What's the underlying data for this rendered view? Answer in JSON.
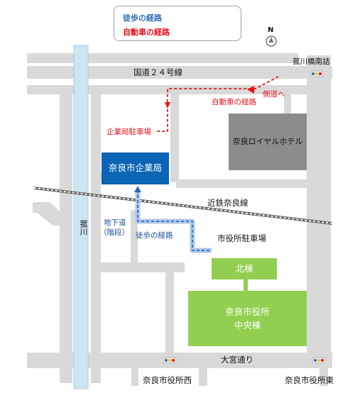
{
  "legend": {
    "walk_label": "徒歩の経路",
    "car_label": "自動車の経路",
    "walk_color": "#2e6cb3",
    "car_color": "#e8111a"
  },
  "north_label": "N",
  "labels": {
    "route24": "国道２４号線",
    "nara_hotel": "奈良ロイヤルホテル",
    "kintetsu_line": "近鉄奈良線",
    "kigyokyoku": "奈良市企業局",
    "city_office_parking": "市役所駐車場",
    "north_building": "北棟",
    "central_building_line1": "奈良市役所",
    "central_building_line2": "中央棟",
    "omiya_dori": "大宮通り",
    "river": "菰川",
    "kigyokyoku_parking": "企業局駐車場",
    "car_route_label": "自動車の経路",
    "sokudo_label": "側道へ",
    "underground_line1": "地下道",
    "underground_line2": "（階段）",
    "walk_route_label": "徒歩の経路",
    "intersection_komo": "菰川橋南詰",
    "intersection_west": "奈良市役所西",
    "intersection_east": "奈良市役所東"
  },
  "colors": {
    "road": "#d9d9d9",
    "river": "#cde5f0",
    "kigyokyoku": "#0b64b4",
    "hotel": "#8c8c8c",
    "city_hall": "#92cf50",
    "walk": "#2e6cb3",
    "car": "#e8111a"
  }
}
